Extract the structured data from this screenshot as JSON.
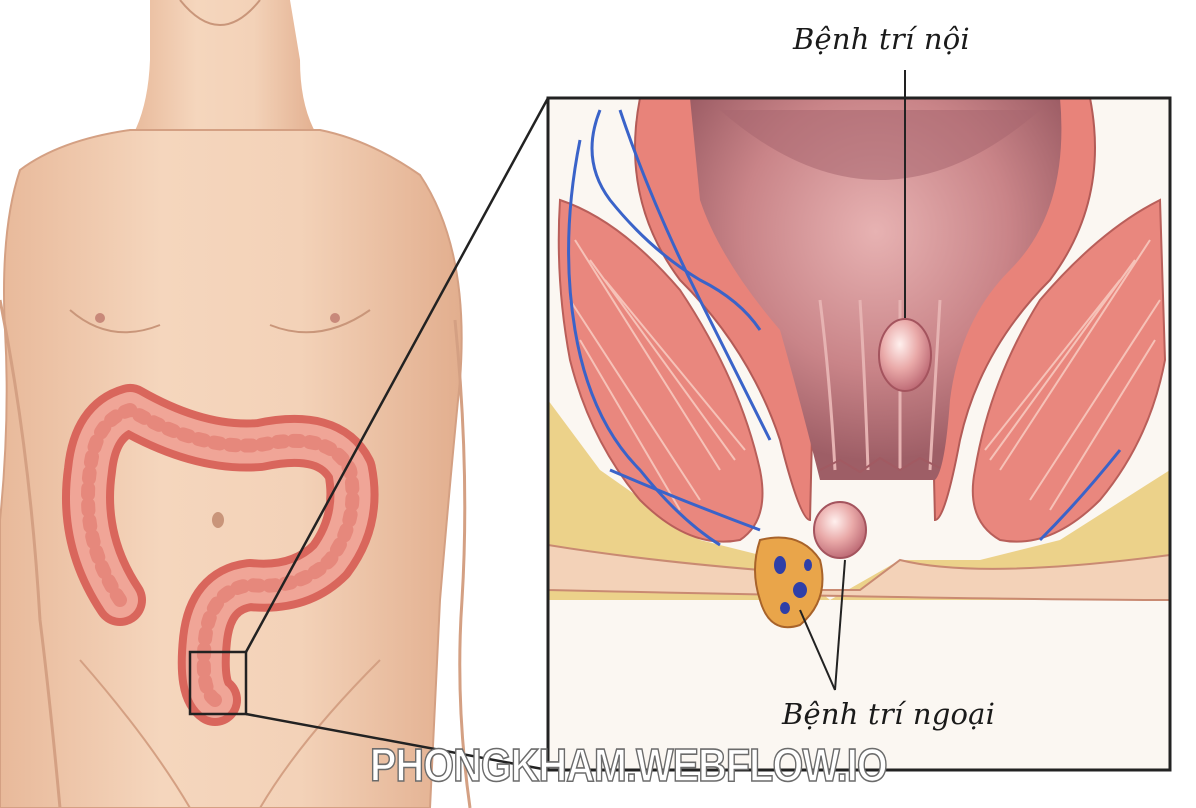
{
  "labels": {
    "internal_hemorrhoid": "Bệnh trí nội",
    "external_hemorrhoid": "Bệnh trí ngoại"
  },
  "watermark": "PHONGKHAM.WEBFLOW.IO",
  "colors": {
    "skin": "#f2cdb0",
    "skin_shadow": "#d9a98a",
    "colon": "#e8867a",
    "muscle": "#e9877e",
    "mucosa": "#c98488",
    "fat": "#ecd28a",
    "vein": "#3a63c9"
  }
}
